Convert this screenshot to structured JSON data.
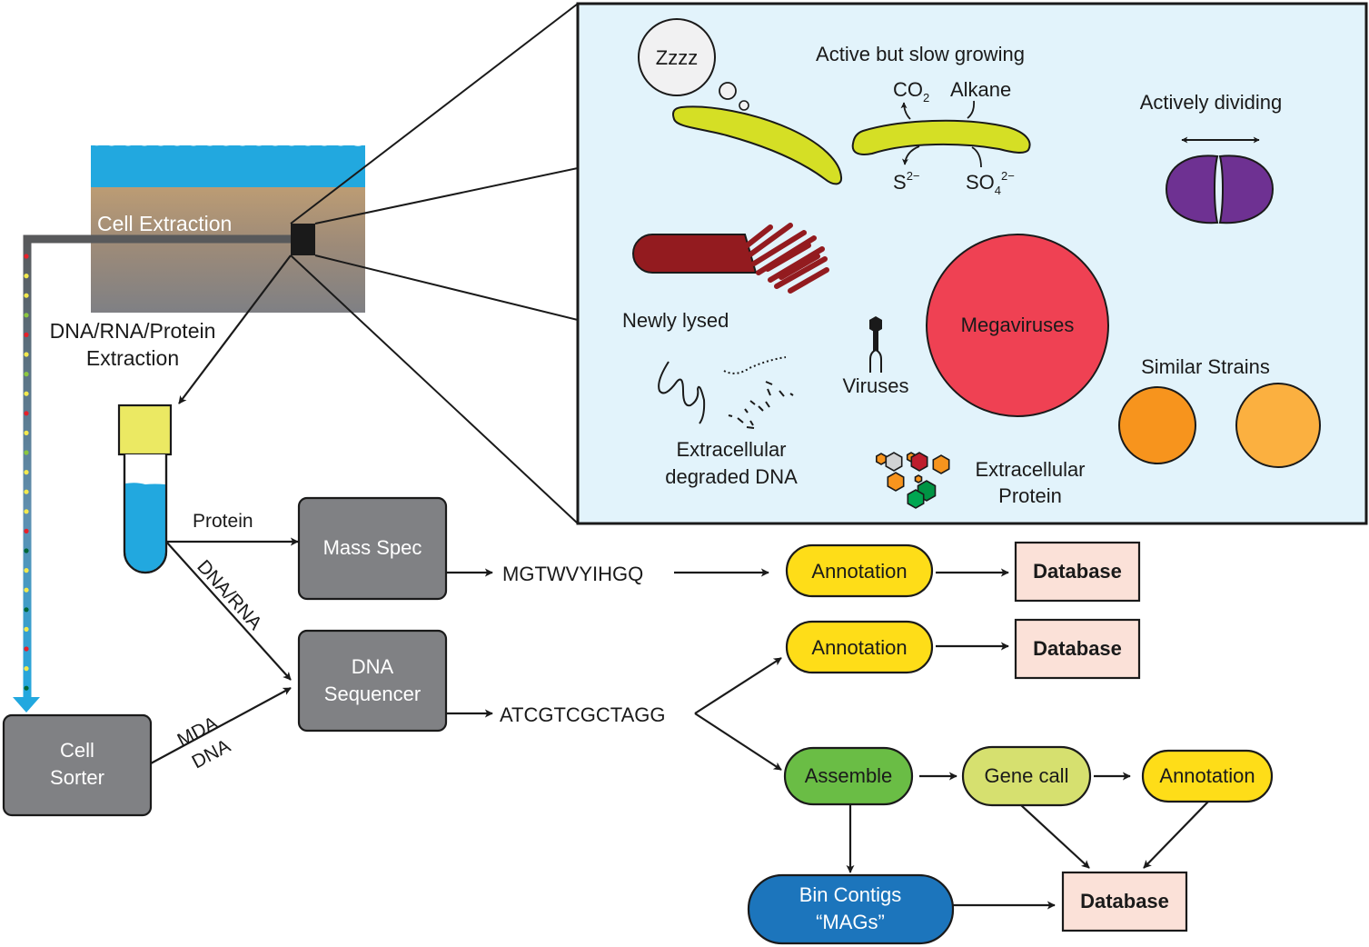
{
  "sample": {
    "cell_extraction": "Cell Extraction",
    "nucleic_extraction_line1": "DNA/RNA/Protein",
    "nucleic_extraction_line2": "Extraction",
    "colors": {
      "water": "#22a8df",
      "sediment_top": "#b99a72",
      "sediment_bottom": "#808184",
      "dot_colors": [
        "#e8202a",
        "#f2e94e",
        "#8cc63f",
        "#006838"
      ]
    }
  },
  "inset": {
    "background": "#e2f3fb",
    "zzzz": "Zzzz",
    "active_slow": "Active but slow growing",
    "co2": "CO",
    "co2_sub": "2",
    "alkane": "Alkane",
    "s": "S",
    "s_sup": "2−",
    "so4": "SO",
    "so4_sub": "4",
    "so4_sup": "2−",
    "actively_dividing": "Actively dividing",
    "newly_lysed": "Newly lysed",
    "viruses": "Viruses",
    "megaviruses": "Megaviruses",
    "similar_strains": "Similar Strains",
    "extracellular_dna_line1": "Extracellular",
    "extracellular_dna_line2": "degraded DNA",
    "extracellular_protein_line1": "Extracellular",
    "extracellular_protein_line2": "Protein"
  },
  "workflow": {
    "protein_label": "Protein",
    "dnarna_label": "DNA/RNA",
    "mda_label": "MDA",
    "dna_label": "DNA",
    "mass_spec": "Mass Spec",
    "dna_sequencer_line1": "DNA",
    "dna_sequencer_line2": "Sequencer",
    "cell_sorter_line1": "Cell",
    "cell_sorter_line2": "Sorter",
    "protein_seq": "MGTWVYIHGQ",
    "dna_seq": "ATCGTCGCTAGG",
    "annotation": "Annotation",
    "database": "Database",
    "assemble": "Assemble",
    "gene_call": "Gene call",
    "bin_contigs_line1": "Bin Contigs",
    "bin_contigs_line2": "“MAGs”",
    "colors": {
      "instrument": "#808184",
      "annotation": "#fedd18",
      "database": "#fbe1d8",
      "assemble": "#6abd45",
      "gene_call": "#d6e06f",
      "bin": "#1c75bc"
    }
  }
}
